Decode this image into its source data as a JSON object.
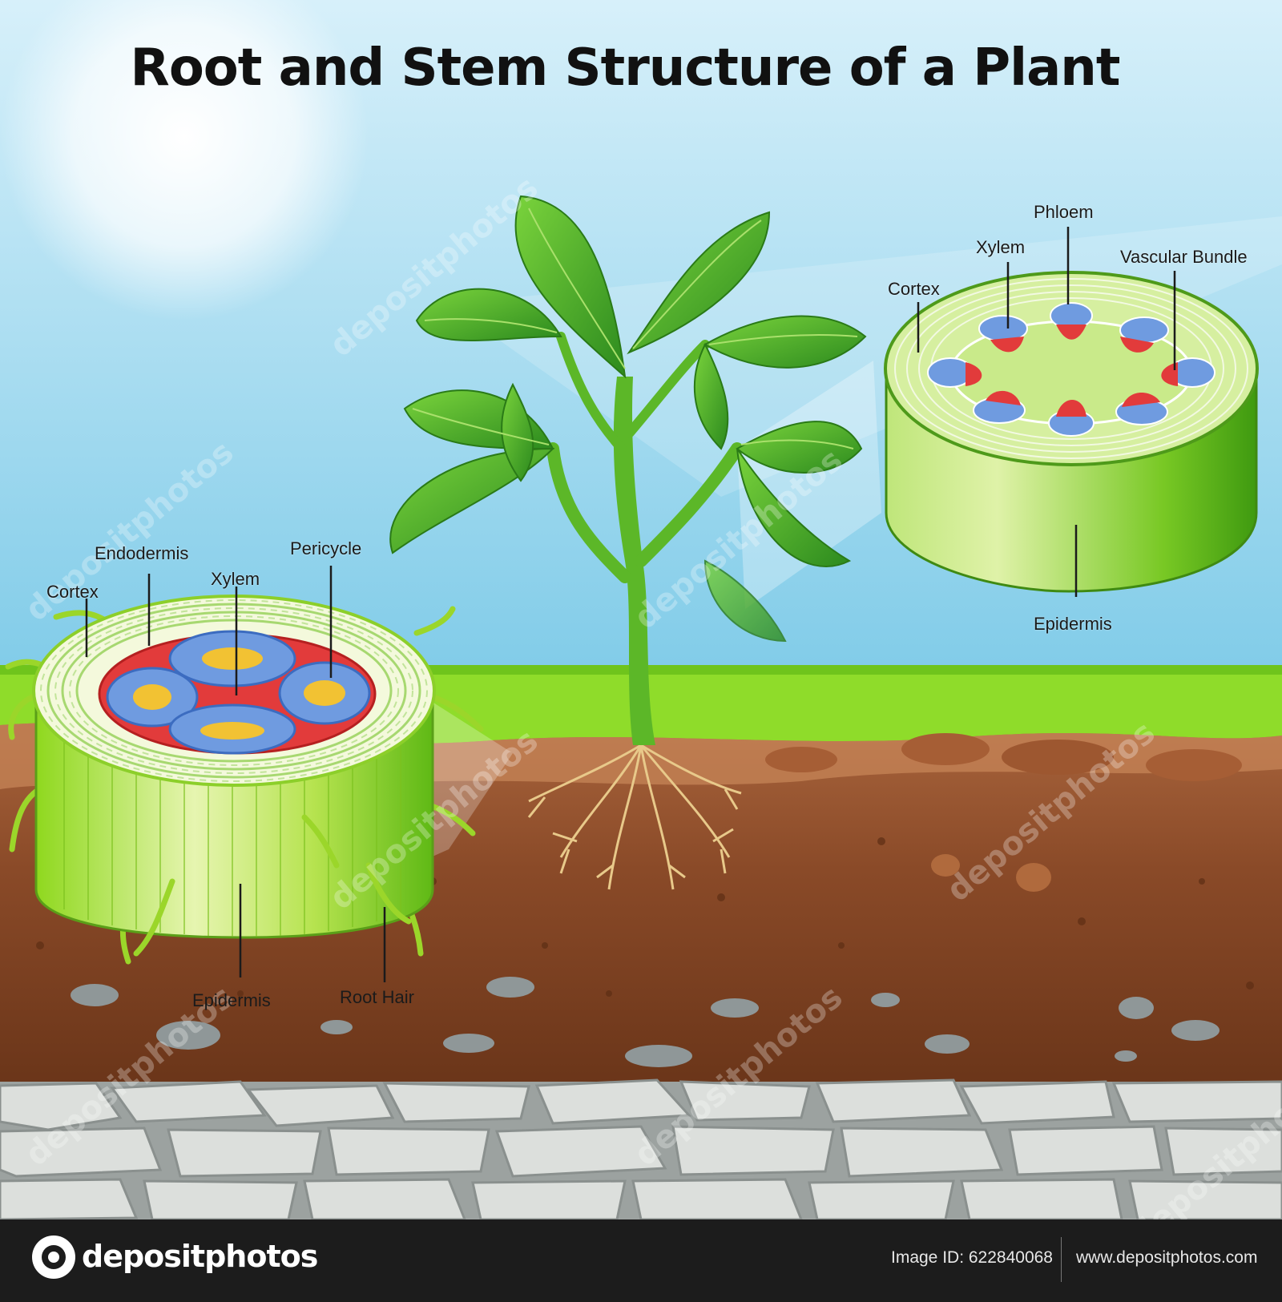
{
  "title": "Root and Stem Structure of a Plant",
  "root_section": {
    "labels": {
      "endodermis": "Endodermis",
      "pericycle": "Pericycle",
      "cortex": "Cortex",
      "xylem": "Xylem",
      "epidermis": "Epidermis",
      "root_hair": "Root Hair"
    }
  },
  "stem_section": {
    "labels": {
      "phloem": "Phloem",
      "xylem": "Xylem",
      "vascular_bundle": "Vascular Bundle",
      "cortex": "Cortex",
      "epidermis": "Epidermis"
    }
  },
  "footer": {
    "brand": "depositphotos",
    "image_id": "Image ID: 622840068",
    "site": "www.depositphotos.com"
  },
  "watermark": "depositphotos",
  "colors": {
    "sky_top": "#bfe6f5",
    "sky_bottom": "#7fcbe8",
    "grass": "#8fdc2a",
    "soil_top": "#b5764a",
    "soil_bottom": "#6e3a1f",
    "stone": "#d8dcd8",
    "leaf": "#3aa526",
    "root_outer": "#b7e24a",
    "xylem_red": "#e23b3b",
    "phloem_blue": "#6f9be0",
    "core_yellow": "#f2c233",
    "footer_bg": "#1c1c1c"
  }
}
